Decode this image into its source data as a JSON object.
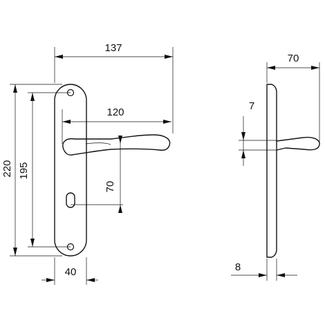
{
  "dimensions": {
    "projection_length": "137",
    "depth": "70",
    "lever_length": "120",
    "lever_thickness": "7",
    "key_offset": "70",
    "plate_height": "220",
    "screw_spacing": "195",
    "plate_width": "40",
    "plate_thickness": "8"
  }
}
